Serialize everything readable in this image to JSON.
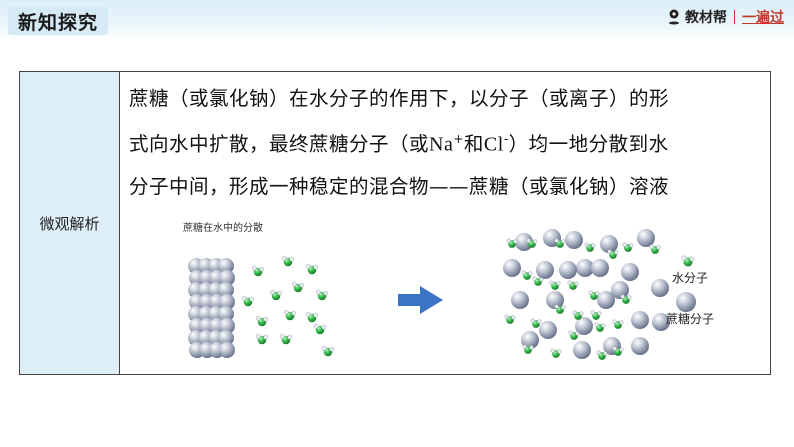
{
  "header": {
    "section_tag": "新知探究",
    "brand_name": "教材帮",
    "brand_slogan": "一遍过"
  },
  "panel": {
    "label": "微观解析",
    "line1": "蔗糖（或氯化钠）在水分子的作用下，以分子（或离子）的形",
    "line2_a": "式向水中扩散，最终蔗糖分子（或",
    "line2_na": "Na",
    "line2_na_charge": "+",
    "line2_he": "和",
    "line2_cl": "Cl",
    "line2_cl_charge": "-",
    "line2_b": "）均一地分散到水",
    "line3": "分子中间，形成一种稳定的混合物——蔗糖（或氯化钠）溶液"
  },
  "diagram": {
    "caption": "蔗糖在水中的分散",
    "legend_water": "水分子",
    "legend_sucrose": "蔗糖分子"
  },
  "colors": {
    "water_molecule": "#2fb84a",
    "sucrose_molecule": "#8a93a8",
    "arrow": "#3b74c4",
    "label_bg": "#deeef8"
  }
}
